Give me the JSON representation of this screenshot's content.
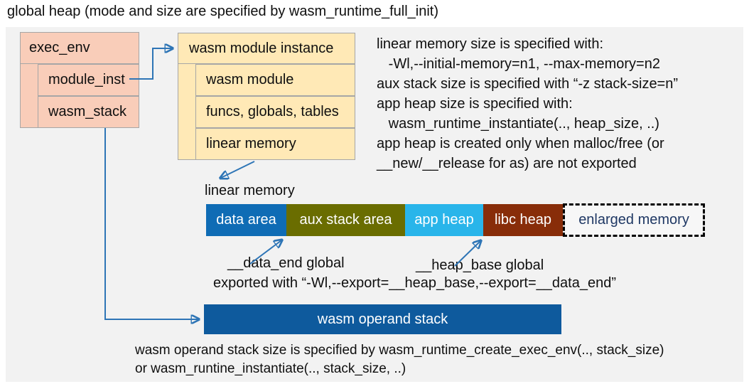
{
  "title": "global heap (mode and size are specified by wasm_runtime_full_init)",
  "exec_env_box": {
    "header": "exec_env",
    "rows": [
      "module_inst",
      "wasm_stack"
    ]
  },
  "module_instance_box": {
    "header": "wasm module instance",
    "rows": [
      "wasm module",
      "funcs, globals, tables",
      "linear memory"
    ]
  },
  "notes": {
    "lines": [
      "linear memory size is specified with:",
      "   -Wl,--initial-memory=n1, --max-memory=n2",
      "aux stack size is specified with “-z stack-size=n”",
      "app heap size is specified with:",
      "   wasm_runtime_instantiate(.., heap_size, ..)",
      "app heap is created only when malloc/free (or",
      "__new/__release for as) are not exported"
    ]
  },
  "linear_memory": {
    "label": "linear memory",
    "segments": [
      {
        "label": "data area",
        "color": "#0f6cb5"
      },
      {
        "label": "aux stack area",
        "color": "#6a6d00"
      },
      {
        "label": "app heap",
        "color": "#29b5ea"
      },
      {
        "label": "libc heap",
        "color": "#882d09"
      },
      {
        "label": "enlarged memory",
        "color": "dashed-outline"
      }
    ]
  },
  "annotations": {
    "data_end_label": "__data_end global",
    "heap_base_label": "__heap_base global",
    "export_note": "exported with “-Wl,--export=__heap_base,--export=__data_end”"
  },
  "operand_stack": {
    "label": "wasm operand stack"
  },
  "footer": {
    "lines": [
      "wasm operand stack size is specified by wasm_runtime_create_exec_env(.., stack_size)",
      "or wasm_runtine_instantiate(.., stack_size, ..)"
    ]
  },
  "colors": {
    "panel_background": "#f2f2f2",
    "box_pink": "#f9cdb9",
    "box_cream": "#ffe9b6",
    "box_border": "#a6a6a6",
    "arrow_blue": "#2e75b6",
    "operand_stack_bar": "#0e5a9d",
    "enlarged_memory_text": "#1f3864"
  }
}
